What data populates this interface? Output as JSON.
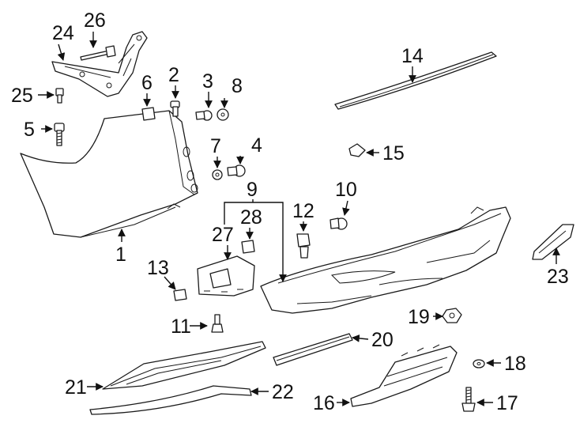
{
  "diagram": {
    "callouts": {
      "c1": "1",
      "c2": "2",
      "c3": "3",
      "c4": "4",
      "c5": "5",
      "c6": "6",
      "c7": "7",
      "c8": "8",
      "c9": "9",
      "c10": "10",
      "c11": "11",
      "c12": "12",
      "c13": "13",
      "c14": "14",
      "c15": "15",
      "c16": "16",
      "c17": "17",
      "c18": "18",
      "c19": "19",
      "c20": "20",
      "c21": "21",
      "c22": "22",
      "c23": "23",
      "c24": "24",
      "c25": "25",
      "c26": "26",
      "c27": "27",
      "c28": "28"
    },
    "colors": {
      "line": "#1a1a1a",
      "background": "#ffffff",
      "text": "#111111"
    }
  }
}
